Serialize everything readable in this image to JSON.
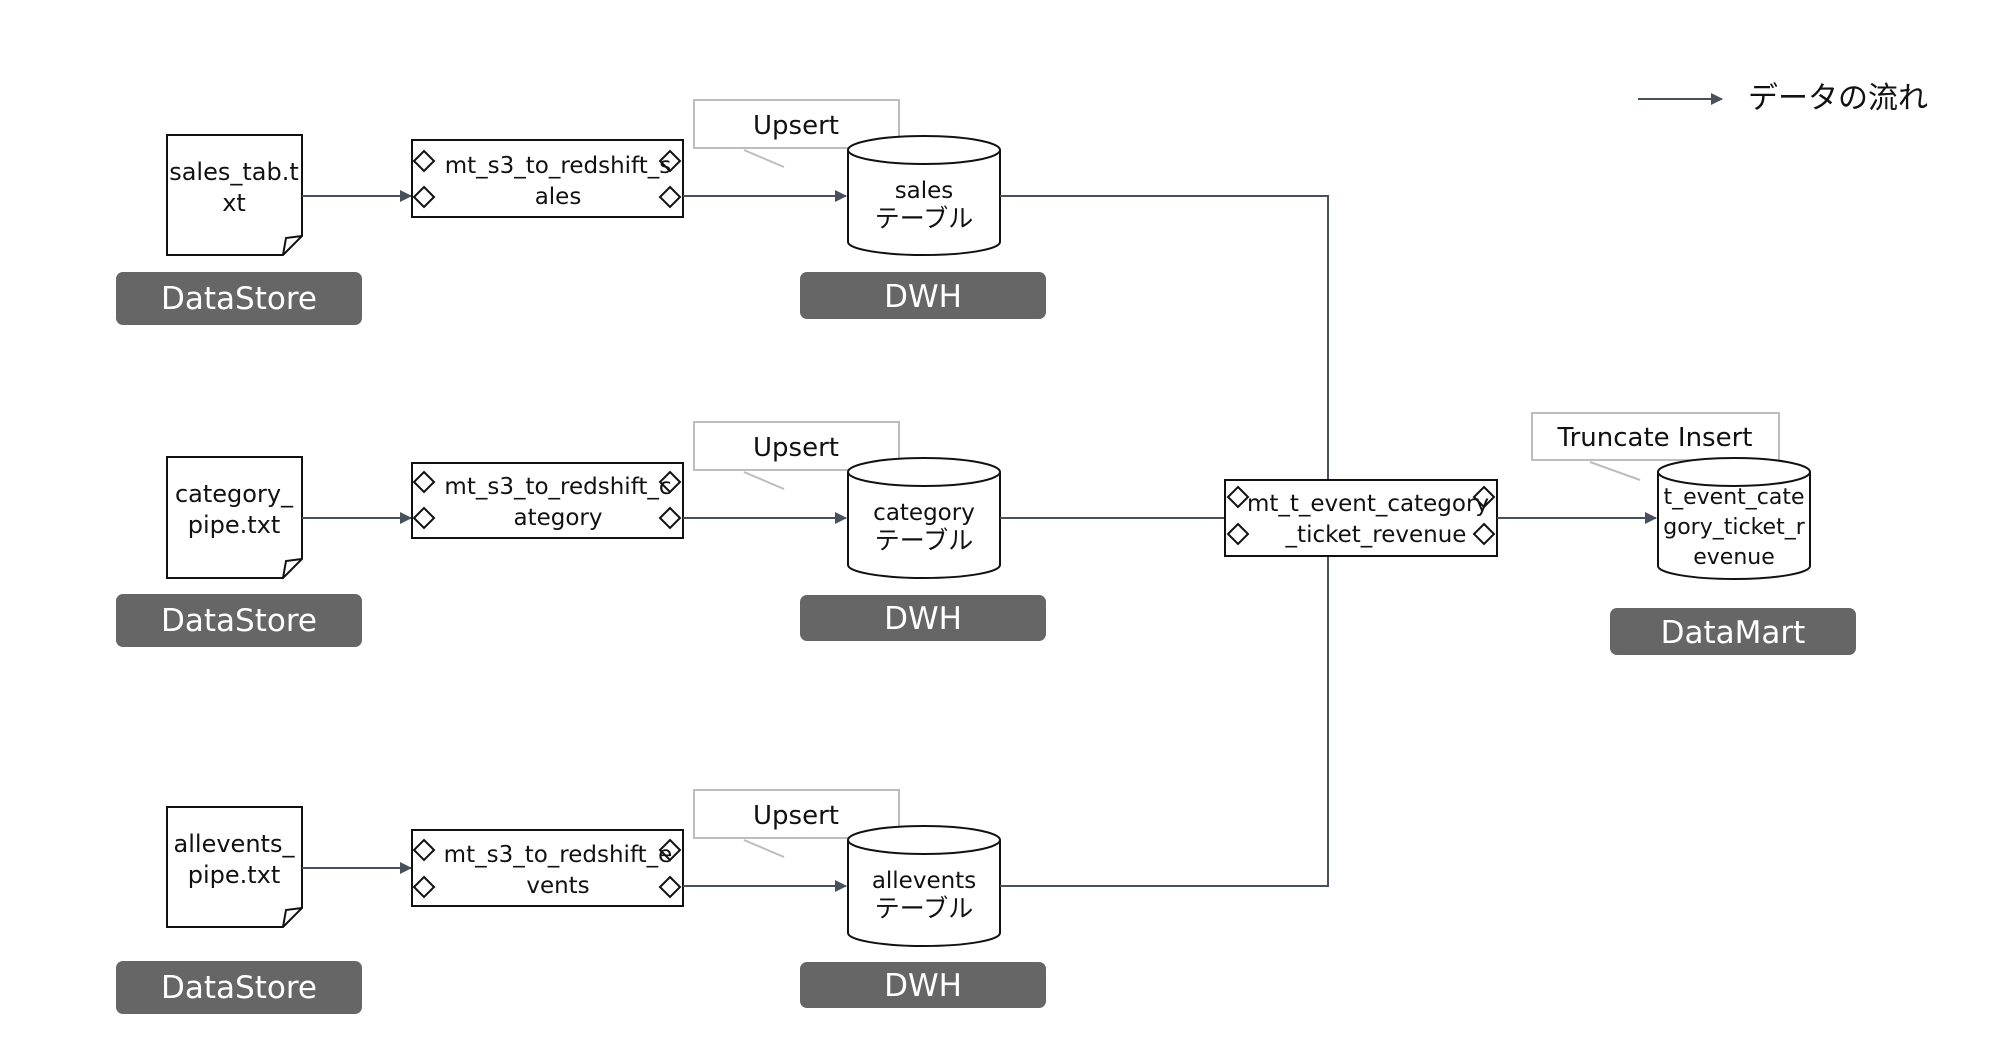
{
  "legend": {
    "label": "データの流れ"
  },
  "colors": {
    "line": "#4a4f5c",
    "badge": "#666666",
    "box_stroke": "#111111",
    "note_stroke": "#bdbdbd"
  },
  "rows": [
    {
      "file_lines": [
        "sales_tab.t",
        "xt"
      ],
      "datastore_label": "DataStore",
      "job_lines": [
        "mt_s3_to_redshift_s",
        "ales"
      ],
      "note_label": "Upsert",
      "table_lines": [
        "sales",
        "テーブル"
      ],
      "dwh_label": "DWH"
    },
    {
      "file_lines": [
        "category_",
        "pipe.txt"
      ],
      "datastore_label": "DataStore",
      "job_lines": [
        "mt_s3_to_redshift_c",
        "ategory"
      ],
      "note_label": "Upsert",
      "table_lines": [
        "category",
        "テーブル"
      ],
      "dwh_label": "DWH"
    },
    {
      "file_lines": [
        "allevents_",
        "pipe.txt"
      ],
      "datastore_label": "DataStore",
      "job_lines": [
        "mt_s3_to_redshift_e",
        "vents"
      ],
      "note_label": "Upsert",
      "table_lines": [
        "allevents",
        "テーブル"
      ],
      "dwh_label": "DWH"
    }
  ],
  "aggregate_job": {
    "lines": [
      "mt_t_event_category",
      "_ticket_revenue"
    ]
  },
  "mart": {
    "note_label": "Truncate Insert",
    "table_lines": [
      "t_event_cate",
      "gory_ticket_r",
      "evenue"
    ],
    "badge_label": "DataMart"
  }
}
